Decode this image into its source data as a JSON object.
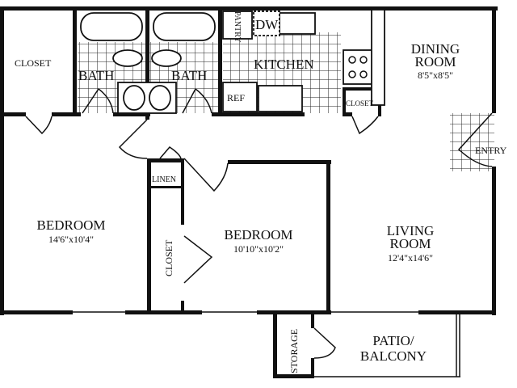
{
  "rooms": {
    "closet_top": "CLOSET",
    "bath1": "BATH",
    "bath2": "BATH",
    "pantry": "PANTRY",
    "dishwasher": "DW",
    "kitchen": "KITCHEN",
    "refrigerator": "REF",
    "closet_small": "CLOSET",
    "dining_name1": "DINING",
    "dining_name2": "ROOM",
    "dining_dim": "8'5\"x8'5\"",
    "entry": "ENTRY",
    "linen": "LINEN",
    "bedroom1_name": "BEDROOM",
    "bedroom1_dim": "14'6\"x10'4\"",
    "closet_bed2": "CLOSET",
    "bedroom2_name": "BEDROOM",
    "bedroom2_dim": "10'10\"x10'2\"",
    "living_name1": "LIVING",
    "living_name2": "ROOM",
    "living_dim": "12'4\"x14'6\"",
    "storage": "STORAGE",
    "patio1": "PATIO/",
    "patio2": "BALCONY"
  }
}
